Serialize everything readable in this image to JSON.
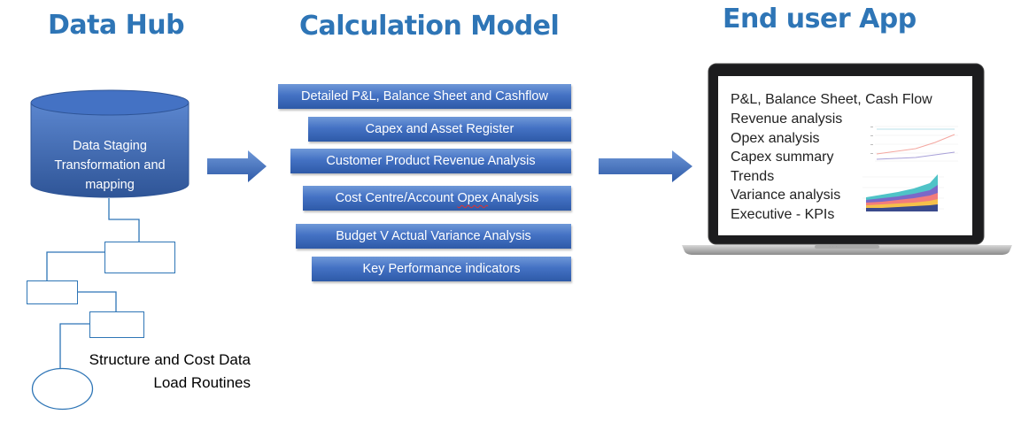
{
  "headings": {
    "data_hub": "Data Hub",
    "calculation_model": "Calculation Model",
    "end_user_app": "End user App"
  },
  "data_hub": {
    "cylinder_lines": [
      "Data Staging",
      "Transformation and",
      "mapping"
    ],
    "structure_text": [
      "Structure and Cost Data",
      "Load Routines"
    ]
  },
  "calculation_model": {
    "items": [
      "Detailed P&L, Balance Sheet and Cashflow",
      "Capex and Asset Register",
      "Customer Product Revenue Analysis",
      "Cost Centre/Account ",
      "Budget V Actual Variance Analysis",
      "Key Performance indicators"
    ],
    "item4_underlined": "Opex",
    "item4_tail": " Analysis"
  },
  "end_user_app": {
    "items": [
      "P&L, Balance Sheet, Cash Flow",
      "Revenue analysis",
      "Opex analysis",
      "Capex summary",
      "Trends",
      "Variance analysis",
      "Executive - KPIs"
    ]
  },
  "colors": {
    "heading": "#2e75b6",
    "bar": "#4472c4",
    "arrow": "#4472c4",
    "outline": "#2e75b6"
  },
  "icons": [
    "database-cylinder",
    "right-arrow",
    "laptop"
  ]
}
